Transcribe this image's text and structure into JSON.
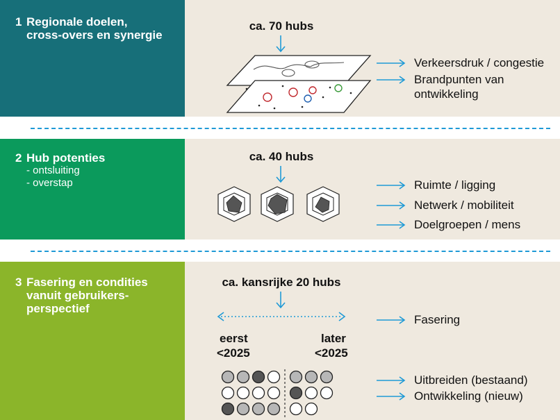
{
  "sections": [
    {
      "number": "1",
      "title_lines": [
        "Regionale doelen,",
        "cross-overs en synergie"
      ],
      "subitems": [],
      "hubs": "ca. 70 hubs",
      "labels": [
        "Verkeersdruk / congestie",
        "Brandpunten van",
        "ontwikkeling"
      ]
    },
    {
      "number": "2",
      "title_lines": [
        "Hub potenties"
      ],
      "subitems": [
        "- ontsluiting",
        "- overstap"
      ],
      "hubs": "ca. 40 hubs",
      "labels": [
        "Ruimte / ligging",
        "Netwerk / mobiliteit",
        "Doelgroepen / mens"
      ]
    },
    {
      "number": "3",
      "title_lines": [
        "Fasering en condities",
        "vanuit gebruikers-",
        "perspectief"
      ],
      "subitems": [],
      "hubs": "ca. kansrijke 20 hubs",
      "phase_left": [
        "eerst",
        "<2025"
      ],
      "phase_right": [
        "later",
        "<2025"
      ],
      "labels": [
        "Fasering",
        "Uitbreiden (bestaand)",
        "Ontwikkeling (nieuw)"
      ]
    }
  ],
  "colors": {
    "section1": "#176f79",
    "section2": "#0b9a5c",
    "section3": "#8bb52a",
    "background": "#efe9df",
    "accent": "#1f9ad6"
  }
}
